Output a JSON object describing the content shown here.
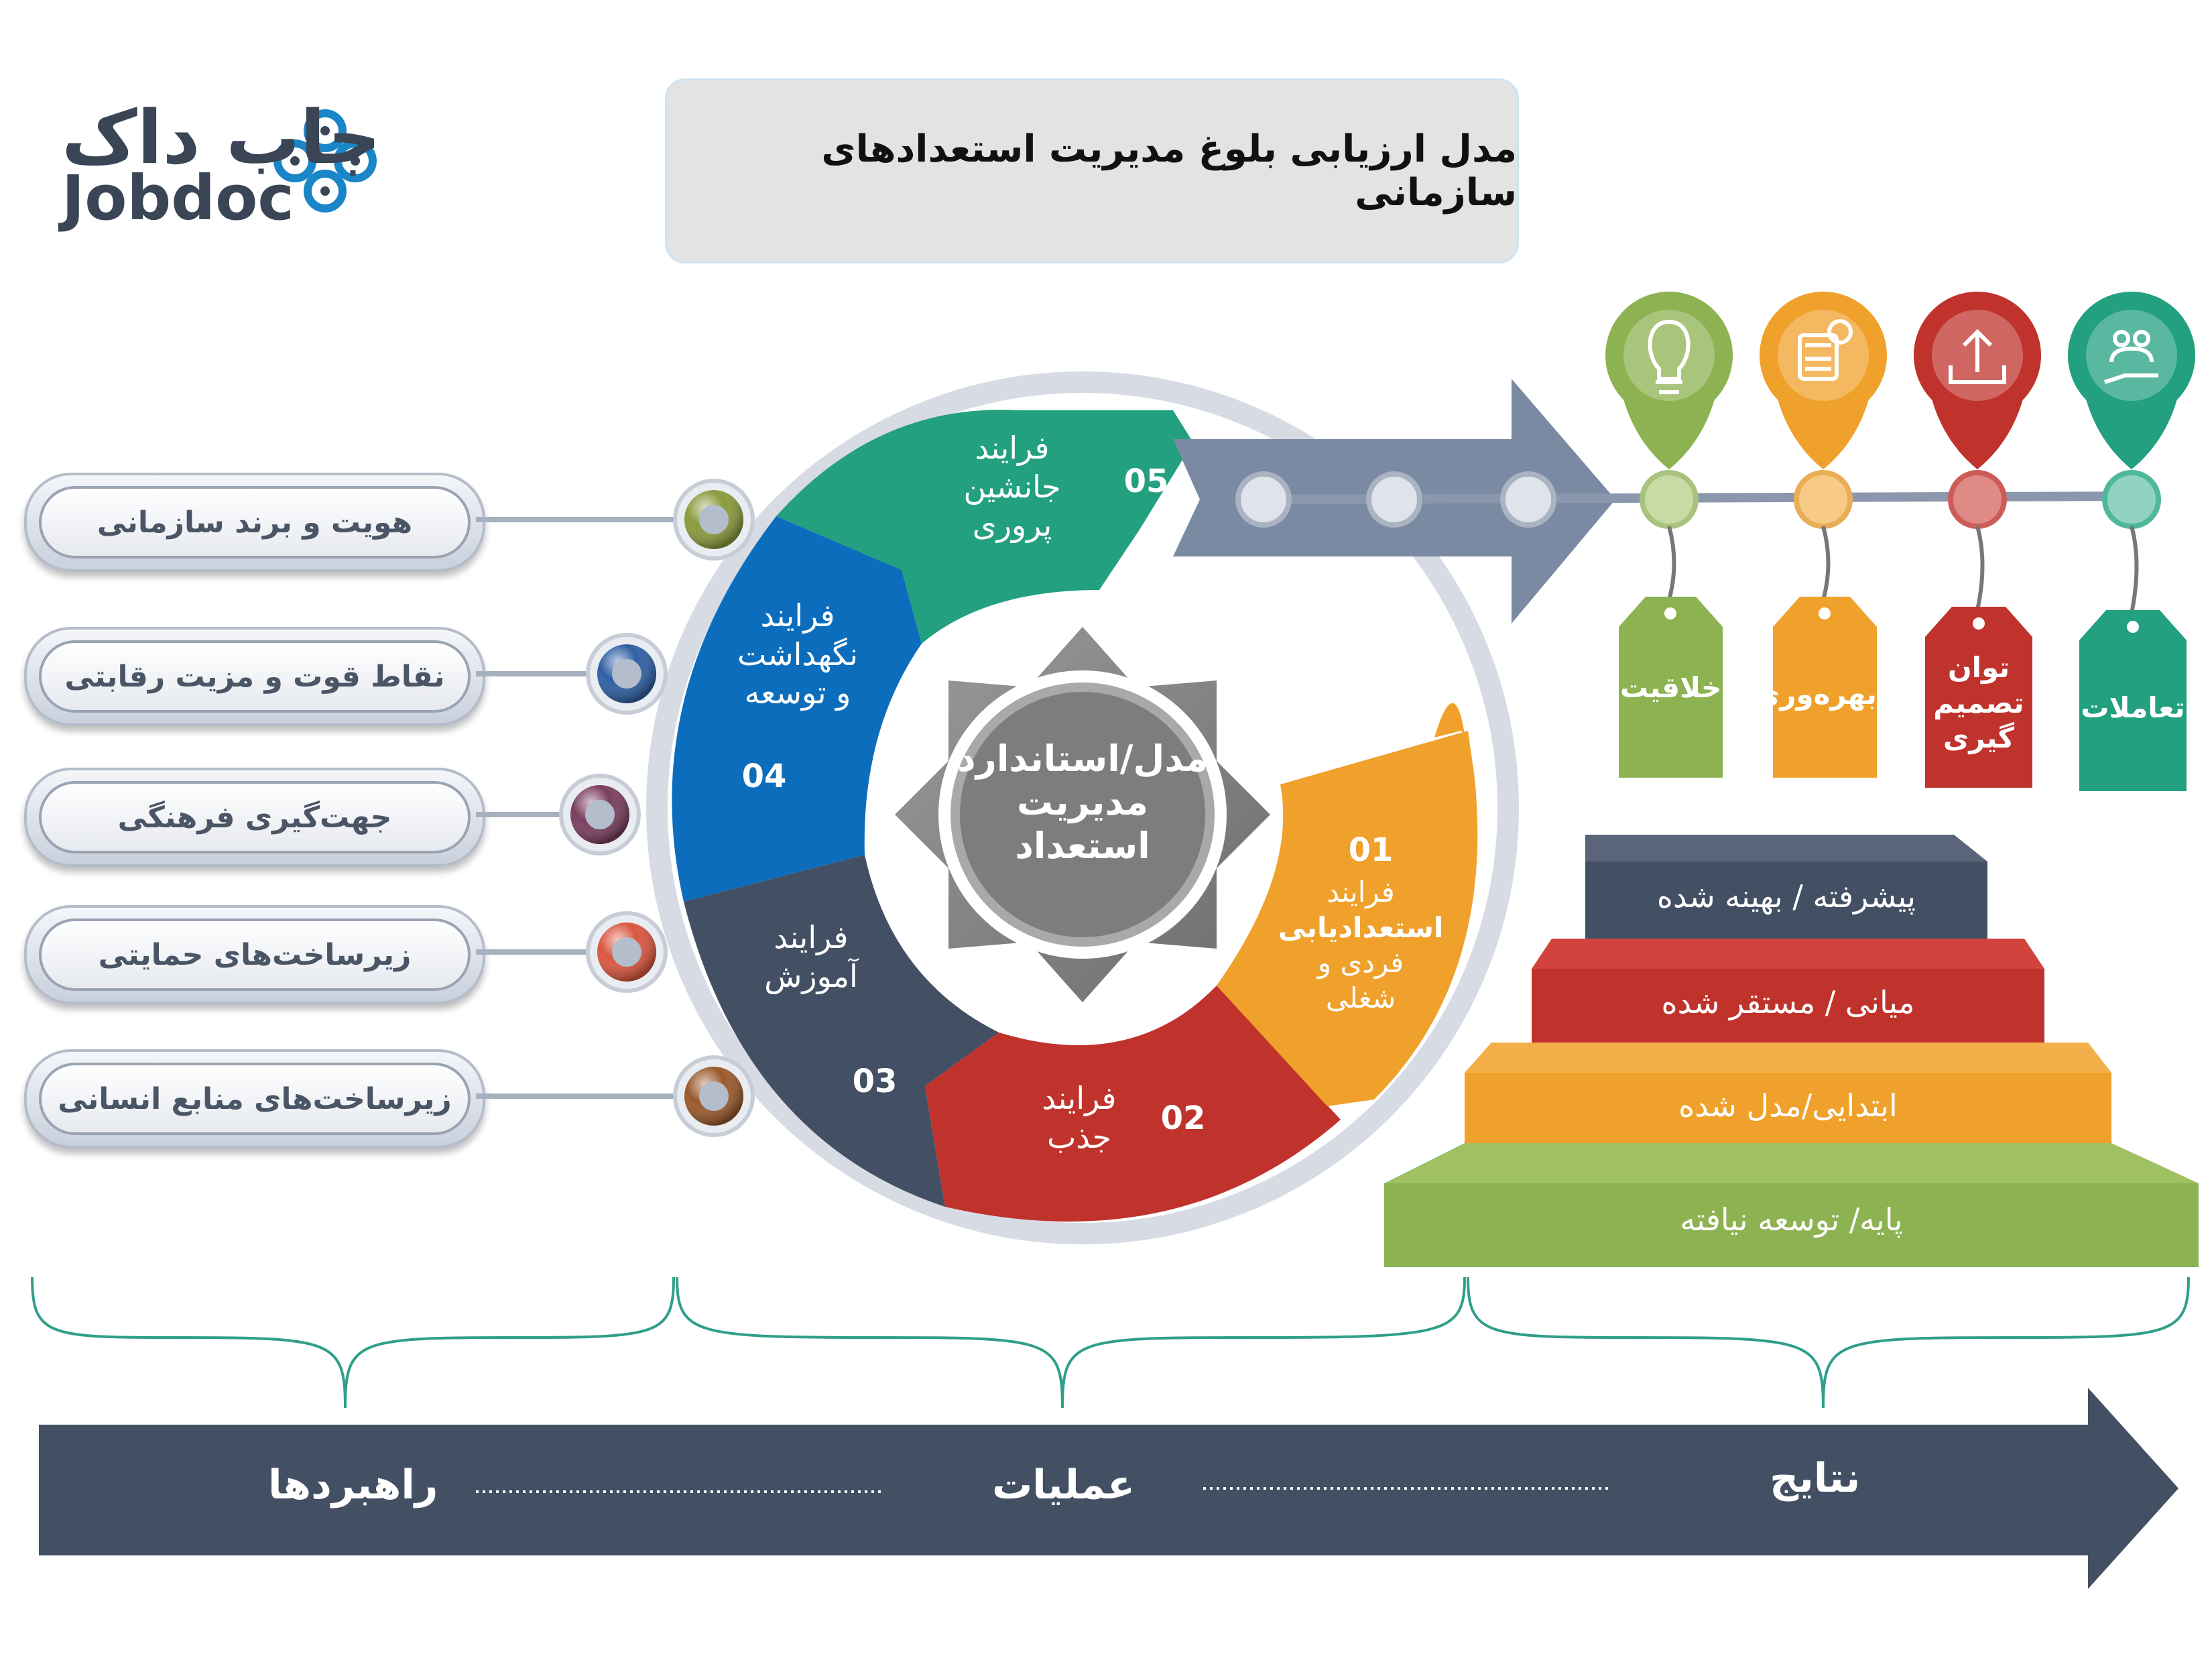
{
  "title": "مدل ارزیابی بلوغ مدیریت استعدادهای سازمانی",
  "logo": {
    "fa": "جاب داک",
    "en": "Jobdoc"
  },
  "strategies": [
    {
      "label": "هویت و برند سازمانی",
      "ball_color": "#8a9a3c"
    },
    {
      "label": "نقاط قوت و مزیت رقابتی",
      "ball_color": "#2f5fa3"
    },
    {
      "label": "جهت‌گیری فرهنگی",
      "ball_color": "#7a3e5e"
    },
    {
      "label": "زیرساخت‌های حمایتی",
      "ball_color": "#d9573f"
    },
    {
      "label": "زیرساخت‌های منابع انسانی",
      "ball_color": "#9a5a2c"
    }
  ],
  "center_label": [
    "مدل/استاندارد",
    "مدیریت",
    "استعداد"
  ],
  "processes": [
    {
      "num": "01",
      "lines": [
        "فرایند",
        "استعدادیابی",
        "فردی و",
        "شغلی"
      ],
      "color": "#f0a12b"
    },
    {
      "num": "02",
      "lines": [
        "فرایند",
        "جذب"
      ],
      "color": "#c0332d"
    },
    {
      "num": "03",
      "lines": [
        "فرایند",
        "آموزش"
      ],
      "color": "#434f63"
    },
    {
      "num": "04",
      "lines": [
        "فرایند",
        "نگهداشت",
        "و توسعه"
      ],
      "color": "#0c6dbd"
    },
    {
      "num": "05",
      "lines": [
        "فرایند",
        "جانشین",
        "پروری"
      ],
      "color": "#22a07f"
    }
  ],
  "results": [
    {
      "label": "خلاقیت",
      "color": "#8db251",
      "icon": "lightbulb-icon"
    },
    {
      "label": "بهره‌وری",
      "color": "#f0a12b",
      "icon": "calculator-icon"
    },
    {
      "label": "توان تصمیم گیری",
      "color": "#c0332d",
      "icon": "upload-tray-icon"
    },
    {
      "label": "تعاملات",
      "color": "#22a07f",
      "icon": "hand-people-icon"
    }
  ],
  "maturity_levels": [
    {
      "label": "پیشرفته / بهینه شده",
      "color": "#434f63"
    },
    {
      "label": "میانی  /  مستقر شده",
      "color": "#c0332d"
    },
    {
      "label": "ابتدایی/مدل شده",
      "color": "#f0a12b"
    },
    {
      "label": "پایه/ توسعه نیافته",
      "color": "#8db251"
    }
  ],
  "bottom_arrow": {
    "color": "#434f63",
    "labels": [
      "راهبردها",
      "عملیات",
      "نتایج"
    ]
  }
}
